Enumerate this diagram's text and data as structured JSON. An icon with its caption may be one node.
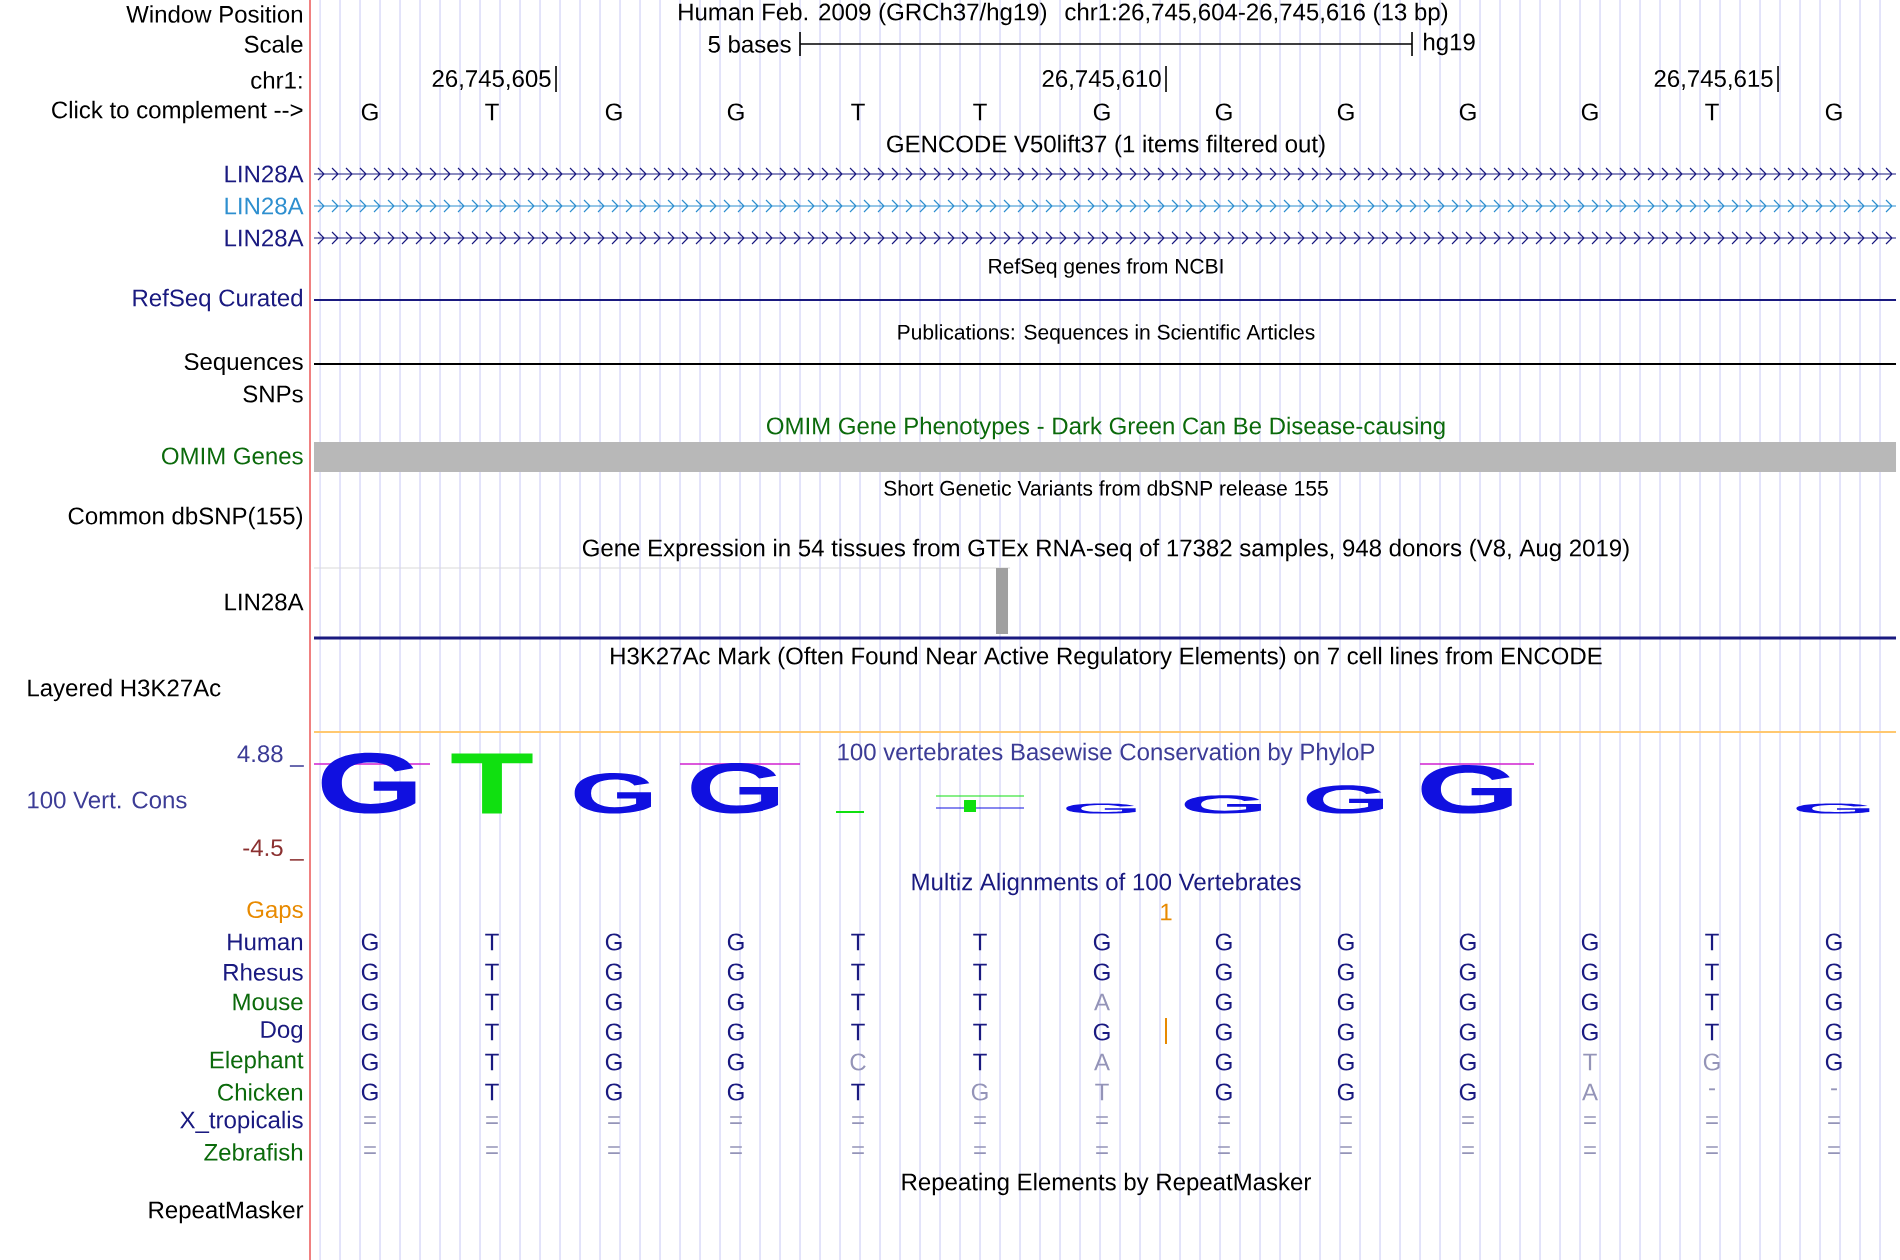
{
  "diagram": {
    "labels": [
      "Window Position",
      "Human Feb. 2009 (GRCh37/hg19)",
      "chr1:26,745,604-26,745,616 (13 bp)",
      "Scale",
      "5 bases",
      "hg19",
      "chr1:",
      "26,745,605",
      "26,745,610",
      "26,745,615",
      "Click to complement -->",
      "G",
      "T",
      "G",
      "G",
      "T",
      "T",
      "G",
      "G",
      "G",
      "G",
      "G",
      "T",
      "G",
      "GENCODE V50lift37 (1 items filtered out)",
      "LIN28A",
      "LIN28A",
      "LIN28A",
      "RefSeq genes from NCBI",
      "RefSeq Curated",
      "Publications: Sequences in Scientific Articles",
      "Sequences",
      "SNPs",
      "OMIM Gene Phenotypes - Dark Green Can Be Disease-causing",
      "OMIM Genes",
      "Short Genetic Variants from dbSNP release 155",
      "Common dbSNP(155)",
      "Gene Expression in 54 tissues from GTEx RNA-seq of 17382 samples, 948 donors (V8, Aug 2019)",
      "LIN28A",
      "H3K27Ac Mark (Often Found Near Active Regulatory Elements) on 7 cell lines from ENCODE",
      "Layered H3K27Ac",
      "4.88 _",
      "100 vertebrates Basewise Conservation by PhyloP",
      "100 Vert. Cons",
      "G",
      "T",
      "G",
      "G",
      "G",
      "G",
      "G",
      "G",
      "G",
      "-4.5 _",
      "Multiz Alignments of 100 Vertebrates",
      "Gaps",
      "1",
      "Human",
      "G",
      "T",
      "G",
      "G",
      "T",
      "T",
      "G",
      "G",
      "G",
      "G",
      "G",
      "T",
      "G",
      "Rhesus",
      "G",
      "T",
      "G",
      "G",
      "T",
      "T",
      "G",
      "G",
      "G",
      "G",
      "G",
      "T",
      "G",
      "Mouse",
      "G",
      "T",
      "G",
      "G",
      "T",
      "T",
      "A",
      "G",
      "G",
      "G",
      "G",
      "T",
      "G",
      "Dog",
      "G",
      "T",
      "G",
      "G",
      "T",
      "T",
      "G",
      "G",
      "G",
      "G",
      "G",
      "T",
      "G",
      "Elephant",
      "G",
      "T",
      "G",
      "G",
      "C",
      "T",
      "A",
      "G",
      "G",
      "G",
      "T",
      "G",
      "G",
      "Chicken",
      "G",
      "T",
      "G",
      "G",
      "T",
      "G",
      "T",
      "G",
      "G",
      "G",
      "A",
      "-",
      "-",
      "X_tropicalis",
      "=",
      "=",
      "=",
      "=",
      "=",
      "=",
      "=",
      "=",
      "=",
      "=",
      "=",
      "=",
      "=",
      "Zebrafish",
      "=",
      "=",
      "=",
      "=",
      "=",
      "=",
      "=",
      "=",
      "=",
      "=",
      "=",
      "=",
      "=",
      "Repeating Elements by RepeatMasker",
      "RepeatMasker"
    ]
  }
}
